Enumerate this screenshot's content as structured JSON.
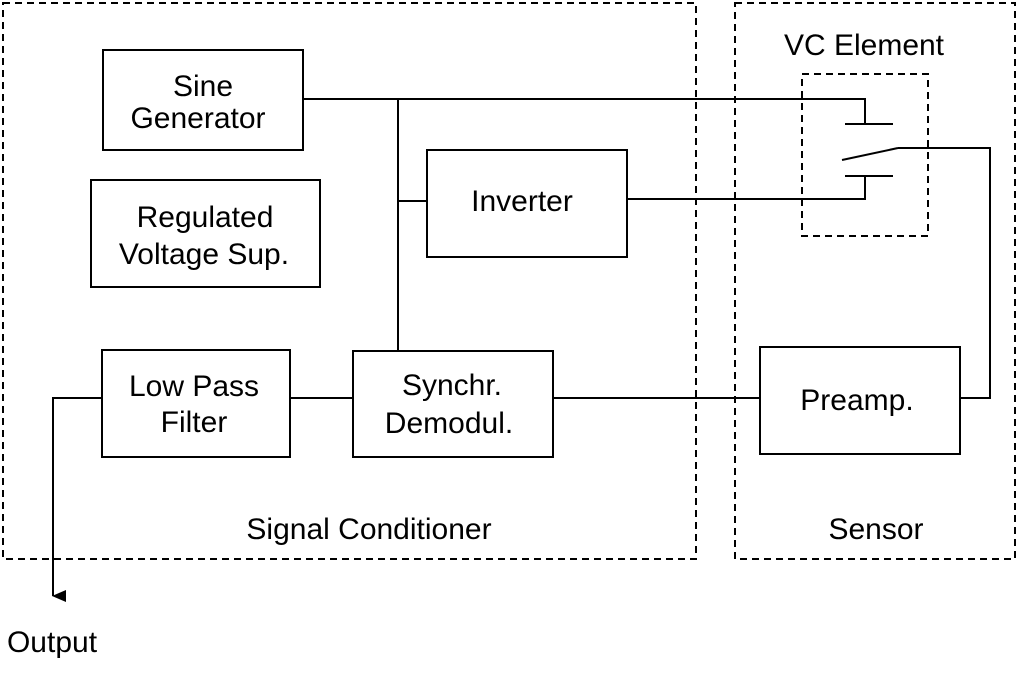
{
  "regions": {
    "signal_conditioner": "Signal Conditioner",
    "sensor": "Sensor",
    "vc_element": "VC Element"
  },
  "blocks": {
    "sine_generator": [
      "Sine",
      "Generator"
    ],
    "regulated_voltage_supply": [
      "Regulated",
      "Voltage Sup."
    ],
    "inverter": "Inverter",
    "low_pass_filter": [
      "Low Pass",
      "Filter"
    ],
    "synchr_demodul": [
      "Synchr.",
      "Demodul."
    ],
    "preamp": "Preamp."
  },
  "output_label": "Output"
}
